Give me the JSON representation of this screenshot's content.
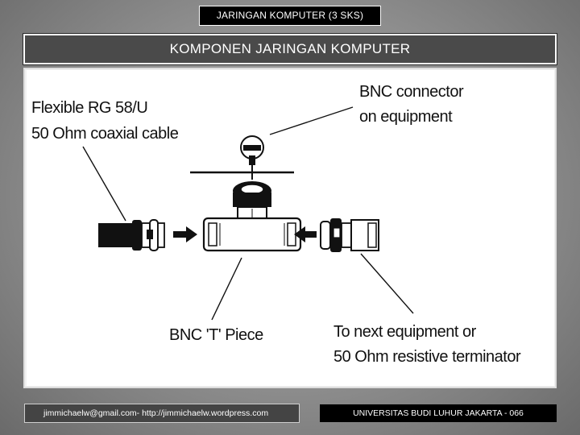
{
  "header": {
    "course_title": "JARINGAN KOMPUTER (3 SKS)",
    "slide_heading": "KOMPONEN JARINGAN KOMPUTER"
  },
  "figure": {
    "label_cable_line1": "Flexible RG 58/U",
    "label_cable_line2": "50 Ohm coaxial cable",
    "label_bnc_line1": "BNC connector",
    "label_bnc_line2": "on equipment",
    "label_tpiece": "BNC 'T' Piece",
    "label_next_line1": "To next equipment or",
    "label_next_line2": "50 Ohm resistive terminator"
  },
  "footer": {
    "contact": "jimmichaelw@gmail.com- http://jimmichaelw.wordpress.com",
    "institution": "UNIVERSITAS BUDI LUHUR JAKARTA - 066"
  },
  "colors": {
    "background": "#8e8e8e",
    "heading_bg": "#4a4a4a",
    "footer_right_bg": "#000000"
  }
}
